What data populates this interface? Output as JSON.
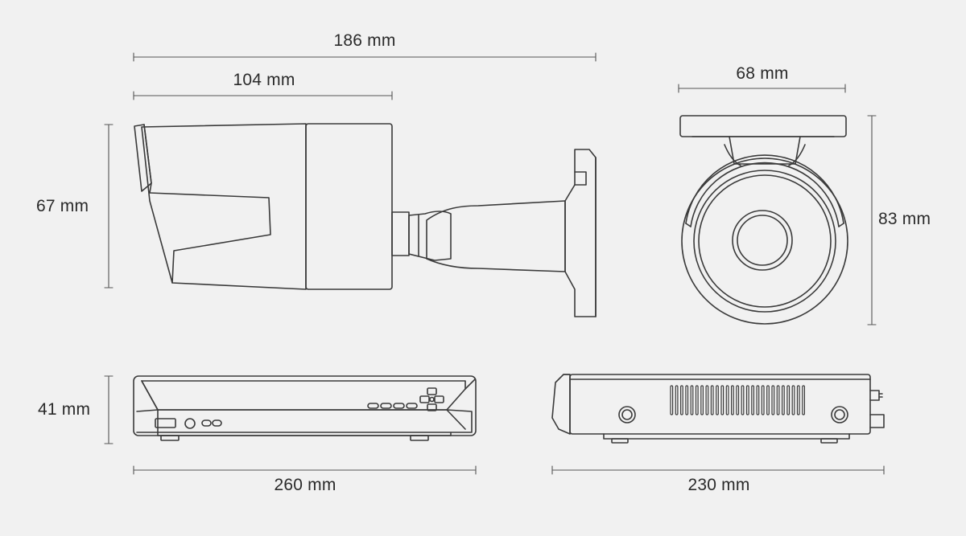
{
  "dimensions": {
    "camera_total_length": "186 mm",
    "camera_body_length": "104 mm",
    "camera_height": "67 mm",
    "camera_front_width": "68 mm",
    "camera_front_height": "83 mm",
    "nvr_height": "41 mm",
    "nvr_width": "260 mm",
    "nvr_depth": "230 mm"
  },
  "colors": {
    "background": "#f1f1f1",
    "line": "#3a3a3a",
    "text": "#2a2a2a"
  }
}
